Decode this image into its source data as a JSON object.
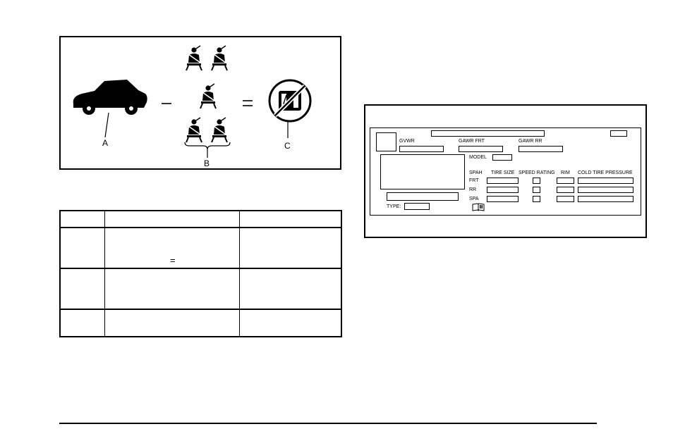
{
  "figure": {
    "callouts": {
      "a": "A",
      "b": "B",
      "c": "C"
    },
    "operators": {
      "minus": "–",
      "equals": "="
    }
  },
  "table": {
    "symbol": "="
  },
  "label": {
    "gvwr": "GVWR",
    "gawr_frt": "GAWR FRT",
    "gawr_rr": "GAWR RR",
    "model": "MODEL",
    "spah": "SPAH",
    "tire_size": "TIRE SIZE",
    "speed_rating": "SPEED RATING",
    "rim": "RIM",
    "cold_tire_pressure": "COLD TIRE PRESSURE",
    "frt": "FRT",
    "rr": "RR",
    "spa": "SPA",
    "type": "TYPE:"
  },
  "icons": [
    "seatbelt-occupant-icon",
    "vehicle-sedan-icon",
    "no-cargo-icon",
    "owner-manual-book-icon"
  ]
}
